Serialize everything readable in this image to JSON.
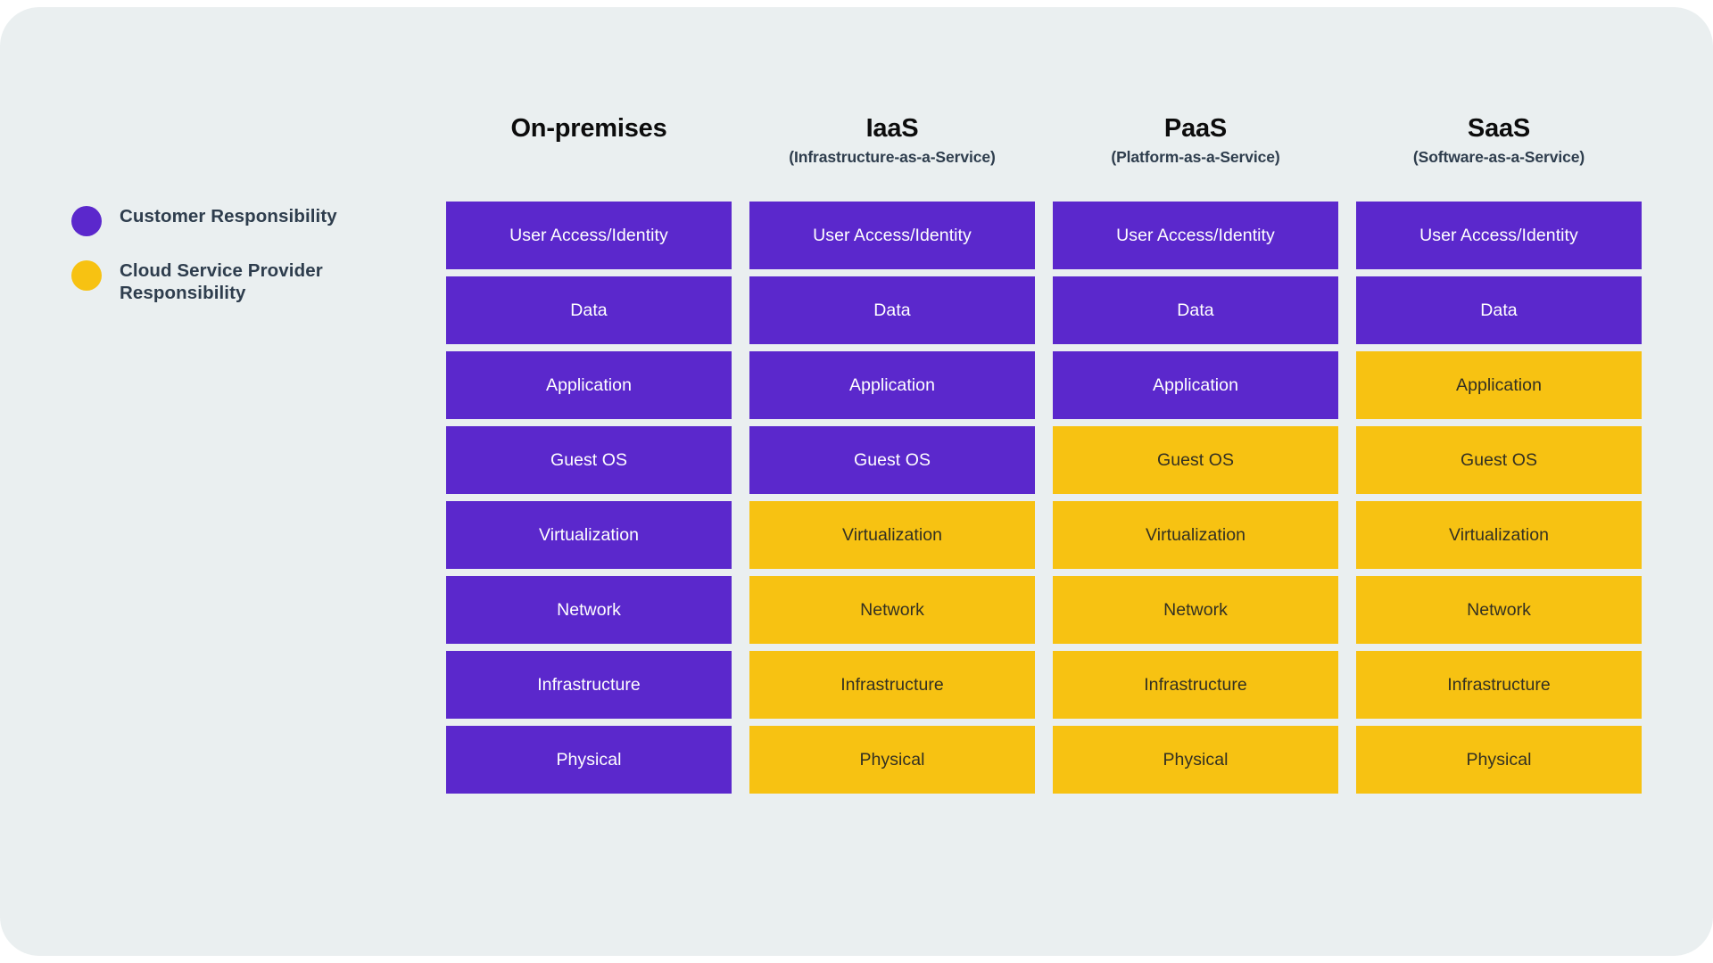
{
  "legend": {
    "items": [
      {
        "label": "Customer Responsibility",
        "color": "#5b28cc",
        "key": "customer",
        "icon": "circle-swatch-icon"
      },
      {
        "label": "Cloud Service Provider Responsibility",
        "color": "#f7c212",
        "key": "provider",
        "icon": "circle-swatch-icon"
      }
    ]
  },
  "colors": {
    "background": "#eaeff0",
    "page": "#ffffff",
    "customer": "#5b28cc",
    "provider": "#f7c212",
    "customer_text": "#ffffff",
    "provider_text": "#333022",
    "title_text": "#0c0c0c",
    "subtitle_text": "#2e3d4d"
  },
  "layers": [
    "User Access/Identity",
    "Data",
    "Application",
    "Guest OS",
    "Virtualization",
    "Network",
    "Infrastructure",
    "Physical"
  ],
  "columns": [
    {
      "title": "On-premises",
      "subtitle": "",
      "cells": [
        {
          "label": "User Access/Identity",
          "owner": "customer"
        },
        {
          "label": "Data",
          "owner": "customer"
        },
        {
          "label": "Application",
          "owner": "customer"
        },
        {
          "label": "Guest OS",
          "owner": "customer"
        },
        {
          "label": "Virtualization",
          "owner": "customer"
        },
        {
          "label": "Network",
          "owner": "customer"
        },
        {
          "label": "Infrastructure",
          "owner": "customer"
        },
        {
          "label": "Physical",
          "owner": "customer"
        }
      ]
    },
    {
      "title": "IaaS",
      "subtitle": "(Infrastructure-as-a-Service)",
      "cells": [
        {
          "label": "User Access/Identity",
          "owner": "customer"
        },
        {
          "label": "Data",
          "owner": "customer"
        },
        {
          "label": "Application",
          "owner": "customer"
        },
        {
          "label": "Guest OS",
          "owner": "customer"
        },
        {
          "label": "Virtualization",
          "owner": "provider"
        },
        {
          "label": "Network",
          "owner": "provider"
        },
        {
          "label": "Infrastructure",
          "owner": "provider"
        },
        {
          "label": "Physical",
          "owner": "provider"
        }
      ]
    },
    {
      "title": "PaaS",
      "subtitle": "(Platform-as-a-Service)",
      "cells": [
        {
          "label": "User Access/Identity",
          "owner": "customer"
        },
        {
          "label": "Data",
          "owner": "customer"
        },
        {
          "label": "Application",
          "owner": "customer"
        },
        {
          "label": "Guest OS",
          "owner": "provider"
        },
        {
          "label": "Virtualization",
          "owner": "provider"
        },
        {
          "label": "Network",
          "owner": "provider"
        },
        {
          "label": "Infrastructure",
          "owner": "provider"
        },
        {
          "label": "Physical",
          "owner": "provider"
        }
      ]
    },
    {
      "title": "SaaS",
      "subtitle": "(Software-as-a-Service)",
      "cells": [
        {
          "label": "User Access/Identity",
          "owner": "customer"
        },
        {
          "label": "Data",
          "owner": "customer"
        },
        {
          "label": "Application",
          "owner": "provider"
        },
        {
          "label": "Guest OS",
          "owner": "provider"
        },
        {
          "label": "Virtualization",
          "owner": "provider"
        },
        {
          "label": "Network",
          "owner": "provider"
        },
        {
          "label": "Infrastructure",
          "owner": "provider"
        },
        {
          "label": "Physical",
          "owner": "provider"
        }
      ]
    }
  ]
}
